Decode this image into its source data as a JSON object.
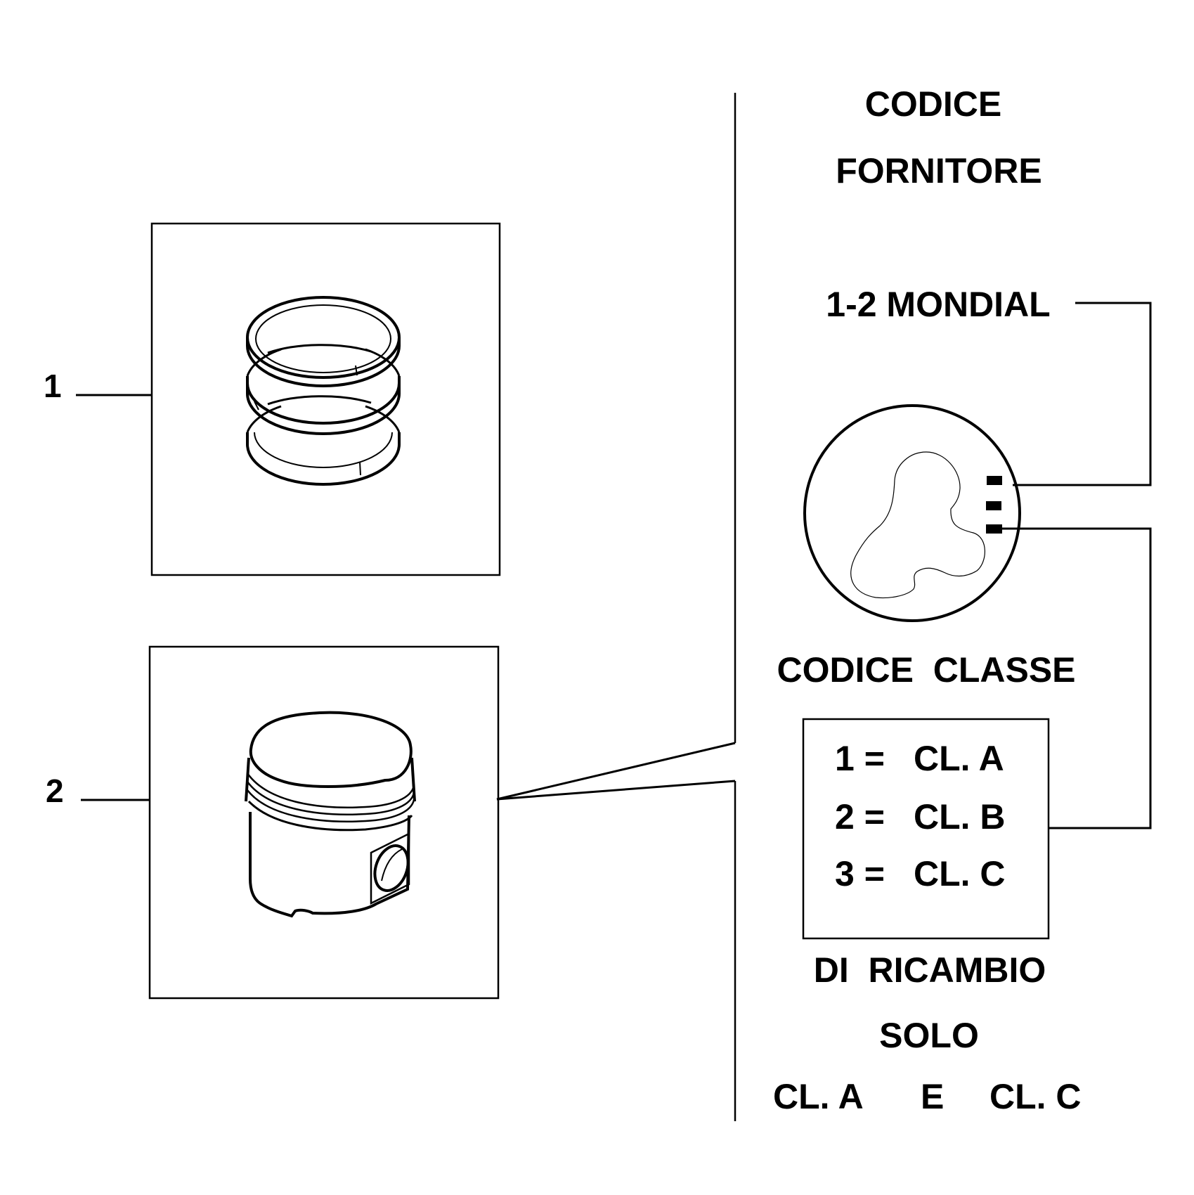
{
  "diagram": {
    "callouts": [
      {
        "id": "1",
        "label": "1",
        "part": "piston-rings"
      },
      {
        "id": "2",
        "label": "2",
        "part": "piston"
      }
    ],
    "supplier_code": {
      "title_line1": "CODICE",
      "title_line2": "FORNITORE",
      "value": "1-2 MONDIAL"
    },
    "class_code": {
      "title": "CODICE  CLASSE",
      "entries": [
        {
          "num": "1 =",
          "cls": "CL. A"
        },
        {
          "num": "2 =",
          "cls": "CL. B"
        },
        {
          "num": "3 =",
          "cls": "CL. C"
        }
      ]
    },
    "spare_note": {
      "line1": "DI  RICAMBIO",
      "line2": "SOLO",
      "line3_a": "CL. A",
      "line3_e": "E",
      "line3_c": "CL. C"
    },
    "colors": {
      "ink": "#000000",
      "paper": "#ffffff"
    }
  }
}
